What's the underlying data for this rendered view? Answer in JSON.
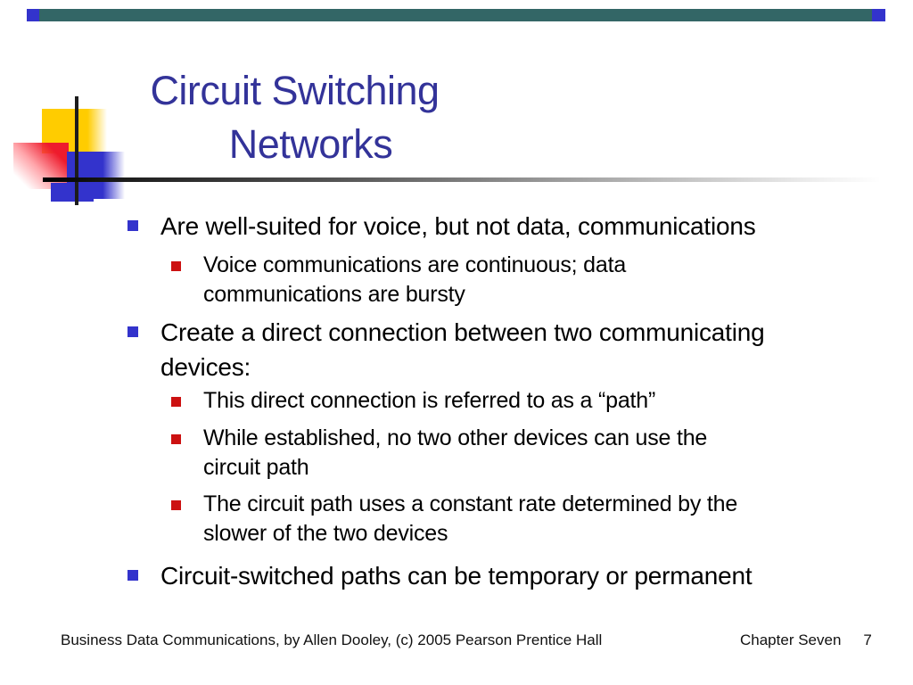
{
  "slide": {
    "title": {
      "line1": "Circuit Switching",
      "line2": "Networks"
    },
    "body": {
      "rows": [
        {
          "level": "1",
          "lines": [
            "Are well-suited for voice, but not data, communications"
          ]
        },
        {
          "level": "2",
          "lines": [
            "Voice communications are continuous; data",
            "communications are bursty"
          ]
        },
        {
          "level": "1",
          "lines": [
            "Create a direct connection between two communicating",
            "devices:"
          ]
        },
        {
          "level": "2",
          "lines": [
            "This direct connection is referred to as a “path”"
          ]
        },
        {
          "level": "2",
          "lines": [
            "While established, no two other devices can use the",
            "circuit path"
          ]
        },
        {
          "level": "2",
          "lines": [
            "The circuit path uses a constant rate determined by the",
            "slower of the two devices"
          ]
        },
        {
          "level": "1",
          "lines": [
            "Circuit-switched paths can be temporary or permanent"
          ]
        }
      ]
    },
    "footer": {
      "left_text": "Business Data Communications, by Allen Dooley, (c) 2005 Pearson Prentice Hall",
      "chapter_label": "Chapter Seven",
      "page_number": "7"
    },
    "colors": {
      "title_text": "#333399",
      "body_text": "#000000",
      "level1_bullet": "#3333cc",
      "level2_bullet": "#cc1111",
      "top_bar": "#336666",
      "top_bar_caps": "#3333cc",
      "decor_yellow": "#ffcc00",
      "decor_red": "#ee1b2d",
      "decor_blue": "#3333cc",
      "rule_start": "#000000",
      "rule_end": "#eeeeee"
    }
  }
}
